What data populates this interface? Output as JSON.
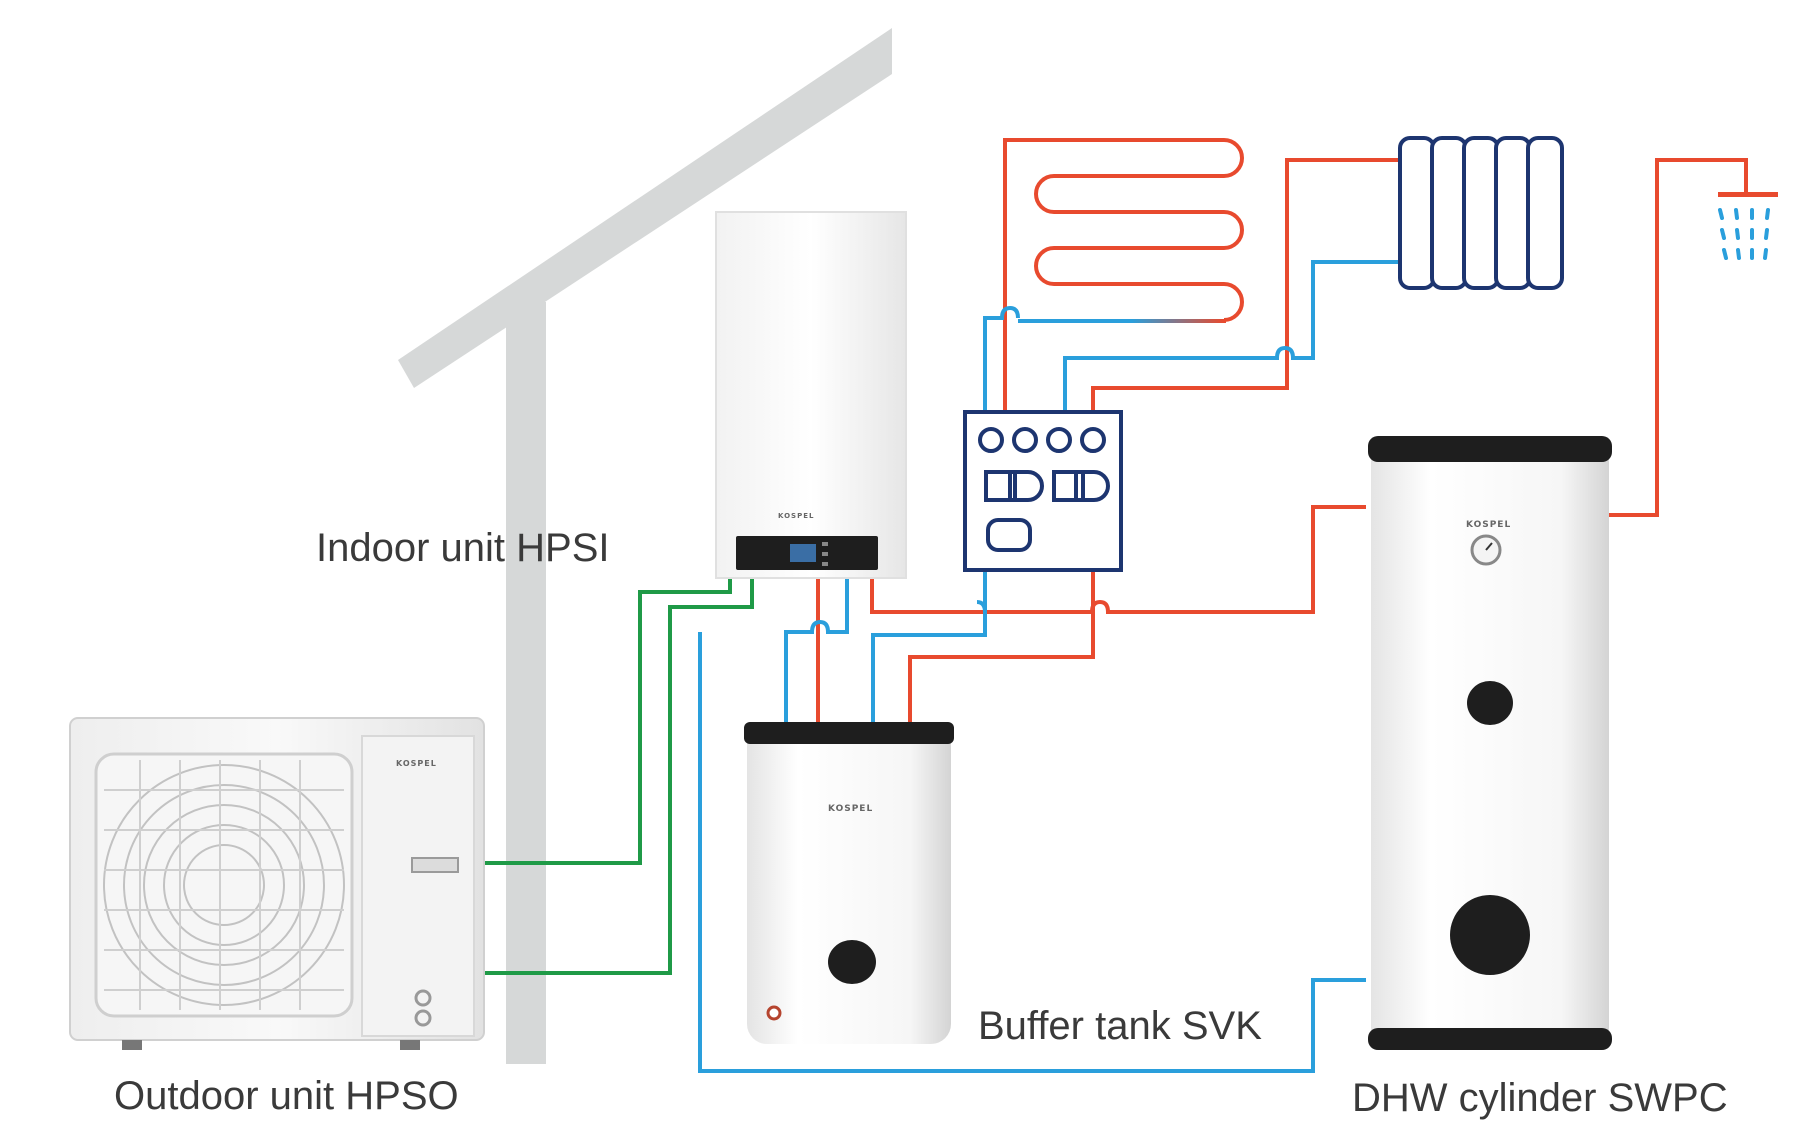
{
  "colors": {
    "hot_pipe": "#e84a2e",
    "cold_pipe": "#2a9fdc",
    "refrigerant_pipe": "#1f9a47",
    "house_outline": "#d6d8d8",
    "equipment_outline": "#1d3570",
    "tank_cap": "#1e1e1e",
    "caption_text": "#3a3a3a"
  },
  "labels": {
    "outdoor_unit": "Outdoor unit HPSO",
    "indoor_unit": "Indoor unit HPSI",
    "buffer_tank": "Buffer tank SVK",
    "dhw_cylinder": "DHW cylinder SWPC"
  },
  "brand": {
    "name": "KOSPEL"
  },
  "icons": {
    "roof": "house-roof-outline",
    "underfloor": "underfloor-heating-coil-icon",
    "radiator": "radiator-icon",
    "shower": "shower-head-icon",
    "manifold": "mixing-manifold-icon",
    "thermometer": "thermometer-gauge-icon"
  }
}
